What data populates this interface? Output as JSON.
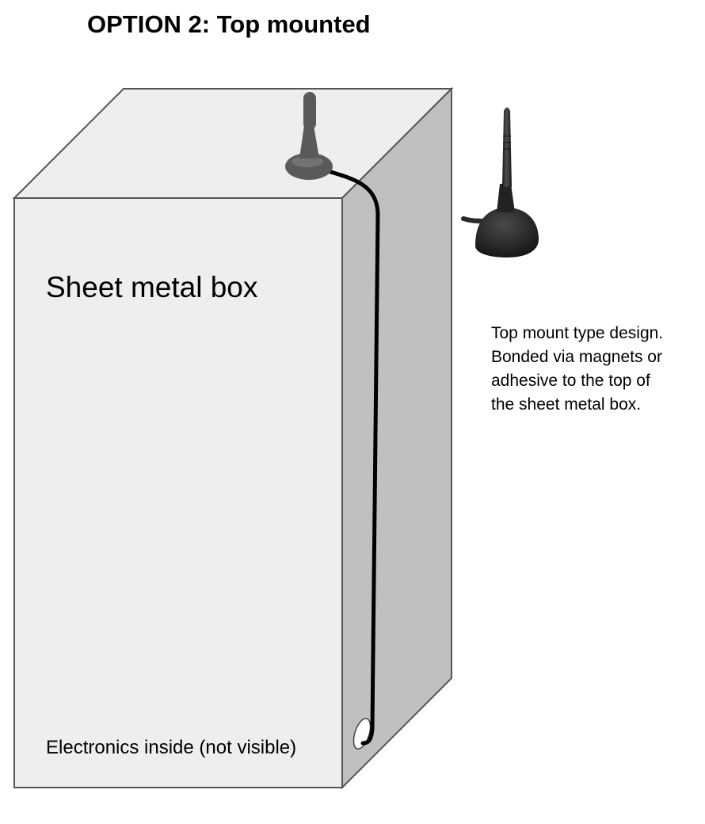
{
  "title": "OPTION 2: Top mounted",
  "box": {
    "label": "Sheet metal box",
    "inside_label": "Electronics inside (not visible)"
  },
  "caption_lines": [
    "Top mount type design.",
    "Bonded via magnets or",
    "adhesive to the top of",
    "the sheet metal box."
  ],
  "colors": {
    "box_front": "#eeeeee",
    "box_side": "#c0c0c0",
    "box_top": "#eeeeee",
    "box_outline": "#555555",
    "mounted_antenna": "#5a5a5a",
    "photo_antenna": "#262626",
    "cable": "#000000",
    "cable_hole": "#ffffff"
  },
  "icons": {
    "mounted_antenna": "magnetic-antenna-icon",
    "photo_antenna": "magnetic-antenna-photo"
  }
}
